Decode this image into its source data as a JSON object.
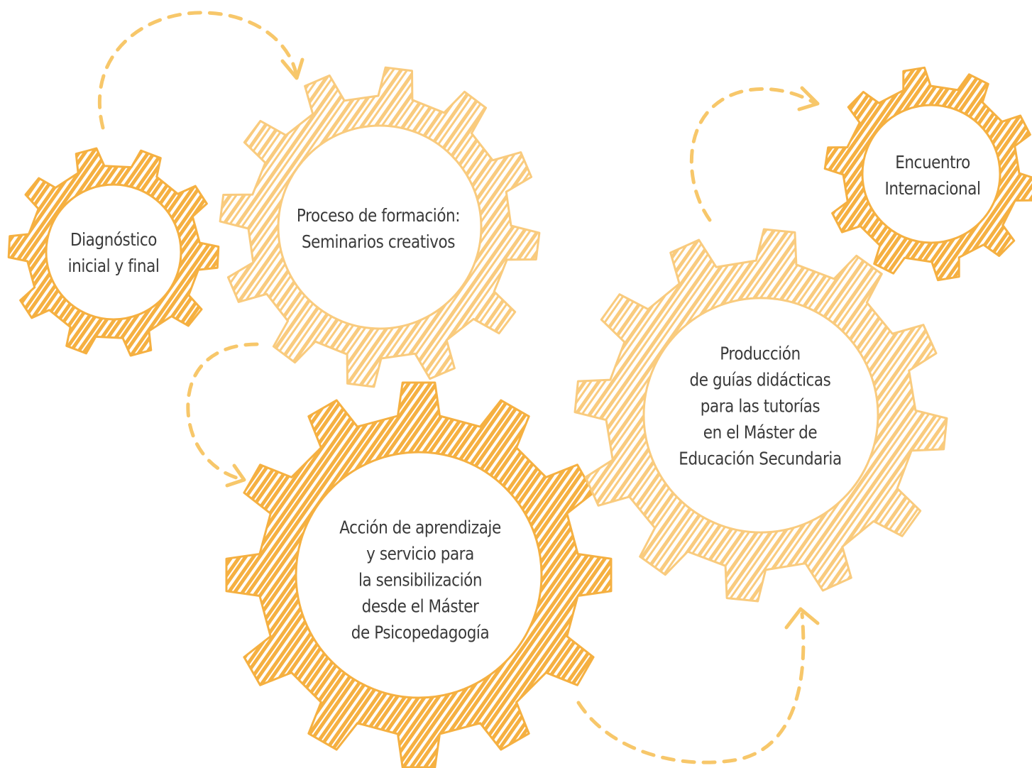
{
  "colors": {
    "dark_gear": "#F5B041",
    "light_gear": "#F9CB7E",
    "arrow": "#F7C76A",
    "background": "#FFFFFF",
    "text": "#3A3A3A"
  },
  "gears": [
    {
      "id": "diagnostico",
      "tone": "dark_gear",
      "lines": [
        "Diagnóstico",
        "inicial y final"
      ]
    },
    {
      "id": "proceso",
      "tone": "light_gear",
      "lines": [
        "Proceso de formación:",
        "Seminarios creativos"
      ]
    },
    {
      "id": "accion",
      "tone": "dark_gear",
      "lines": [
        "Acción de aprendizaje",
        "y servicio para",
        "la sensibilización",
        "desde el Máster",
        "de Psicopedagogía"
      ]
    },
    {
      "id": "produccion",
      "tone": "light_gear",
      "lines": [
        "Producción",
        "de guías didácticas",
        "para las tutorías",
        "en el Máster de",
        "Educación Secundaria"
      ]
    },
    {
      "id": "encuentro",
      "tone": "dark_gear",
      "lines": [
        "Encuentro",
        "Internacional"
      ]
    }
  ]
}
